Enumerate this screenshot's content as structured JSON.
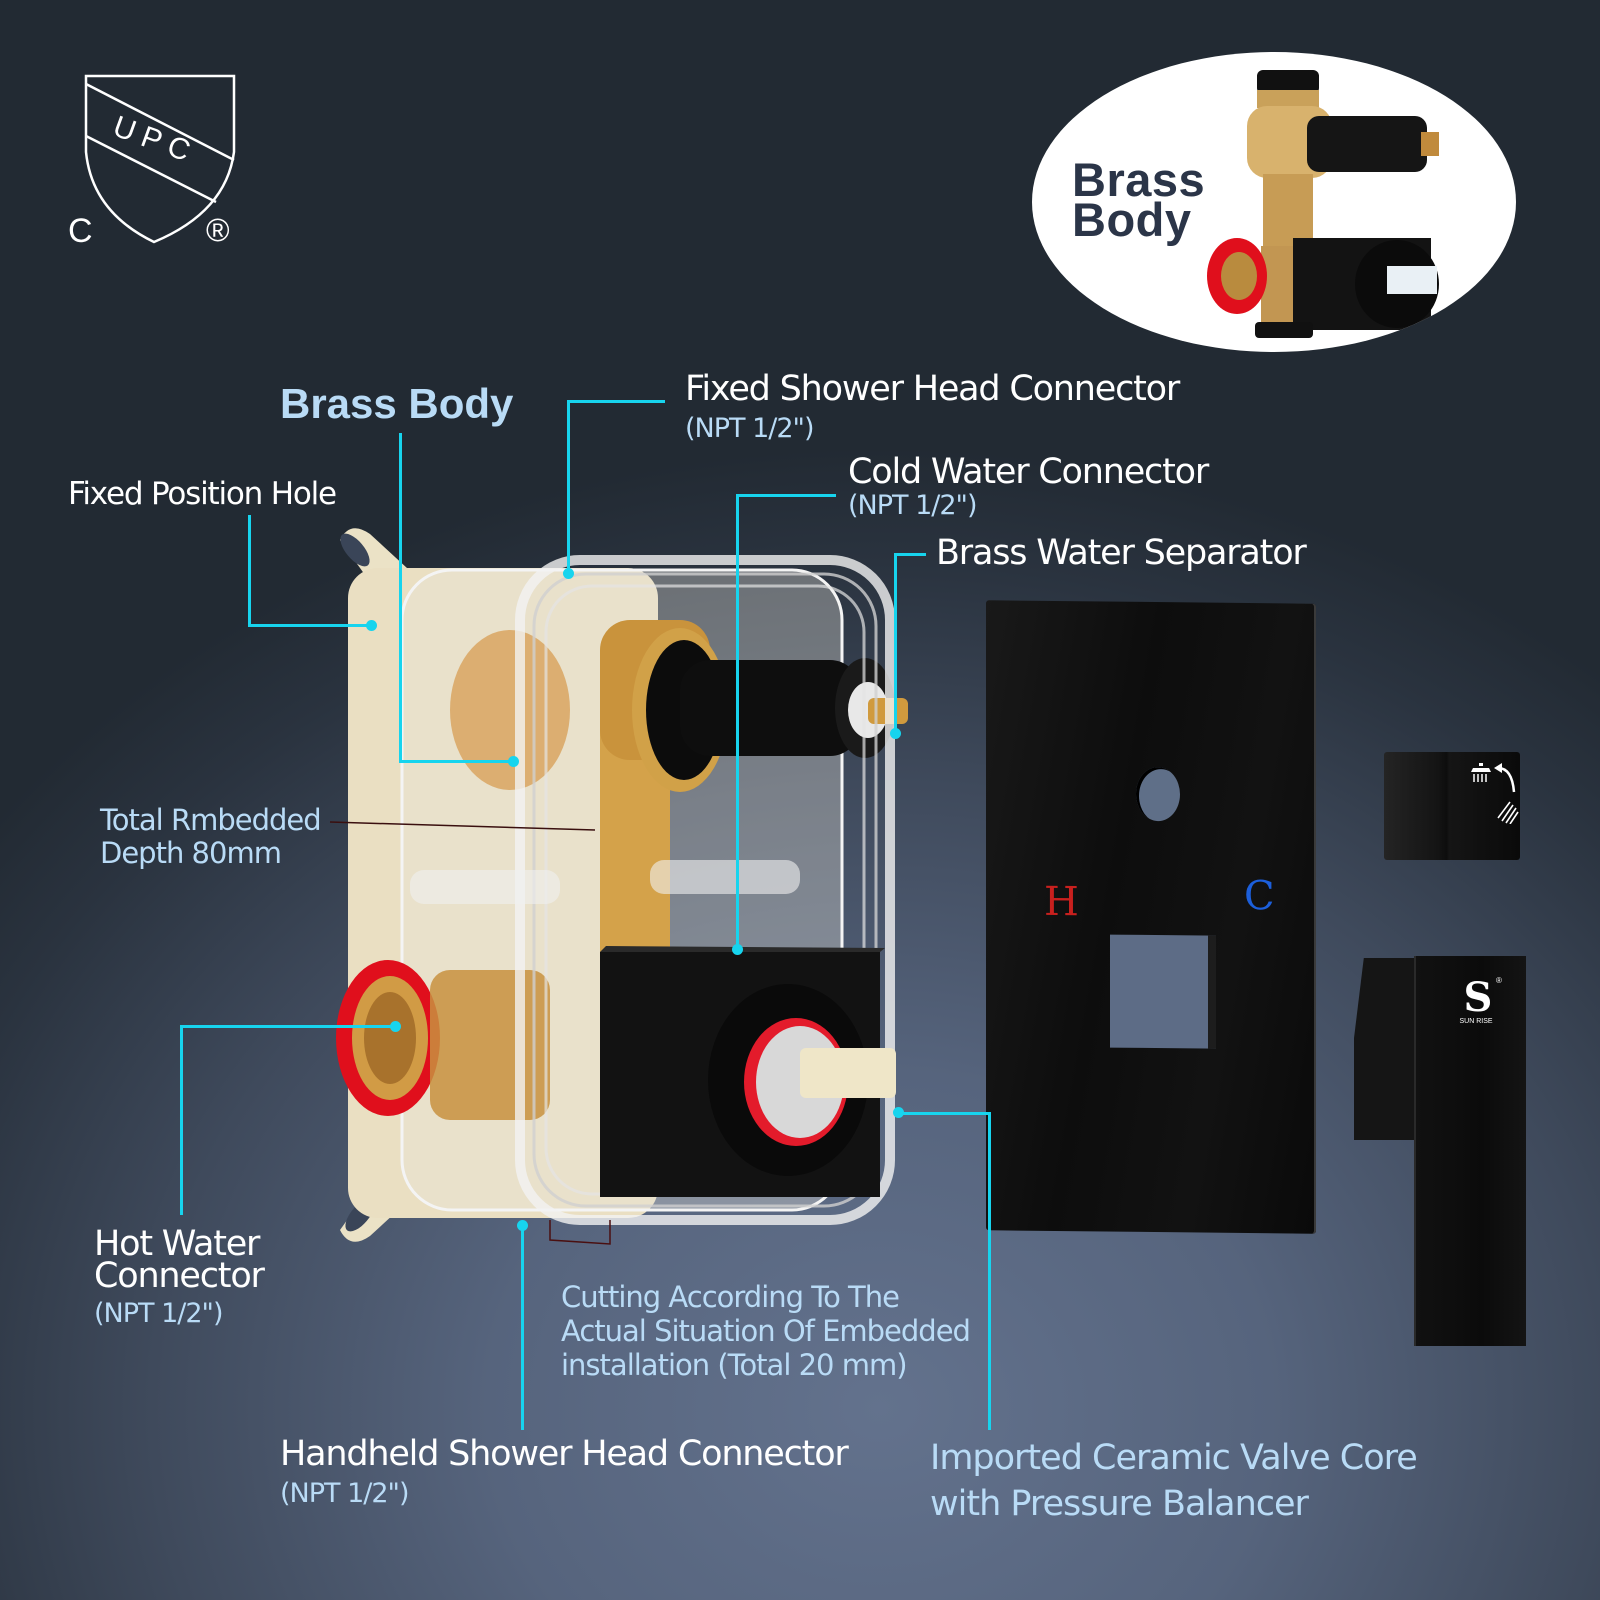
{
  "certification": {
    "shield_text": "UPC",
    "left_mark": "C",
    "right_mark": "®"
  },
  "inset": {
    "title_line1": "Brass",
    "title_line2": "Body"
  },
  "callouts": {
    "brass_body": "Brass Body",
    "fixed_position_hole": "Fixed Position Hole",
    "fixed_shower_head": {
      "title": "Fixed Shower Head Connector",
      "spec": "(NPT 1/2\")"
    },
    "cold_water": {
      "title": "Cold Water Connector",
      "spec": "(NPT 1/2\")"
    },
    "brass_water_separator": "Brass Water Separator",
    "embedded_depth": {
      "line1": "Total Rmbedded",
      "line2": "Depth 80mm"
    },
    "hot_water": {
      "line1": "Hot Water",
      "line2": "Connector",
      "spec": "(NPT 1/2\")"
    },
    "cutting": {
      "line1": "Cutting According To The",
      "line2": "Actual Situation Of Embedded",
      "line3": "installation (Total 20 mm)"
    },
    "handheld_shower_head": {
      "title": "Handheld Shower Head Connector",
      "spec": "(NPT 1/2\")"
    },
    "valve_core": {
      "line1": "Imported Ceramic Valve Core",
      "line2": "with Pressure Balancer"
    }
  },
  "faceplate": {
    "hot_mark": "H",
    "cold_mark": "C",
    "hot_color": "#c8201e",
    "cold_color": "#1c5fdb"
  },
  "handle": {
    "brand_logo": "S",
    "brand_name": "SUN RISE",
    "registered": "®"
  },
  "colors": {
    "callout_line": "#17d4ee",
    "label_white": "#ffffff",
    "label_blue": "#b9dbf6",
    "brass": "#d4a24a"
  }
}
